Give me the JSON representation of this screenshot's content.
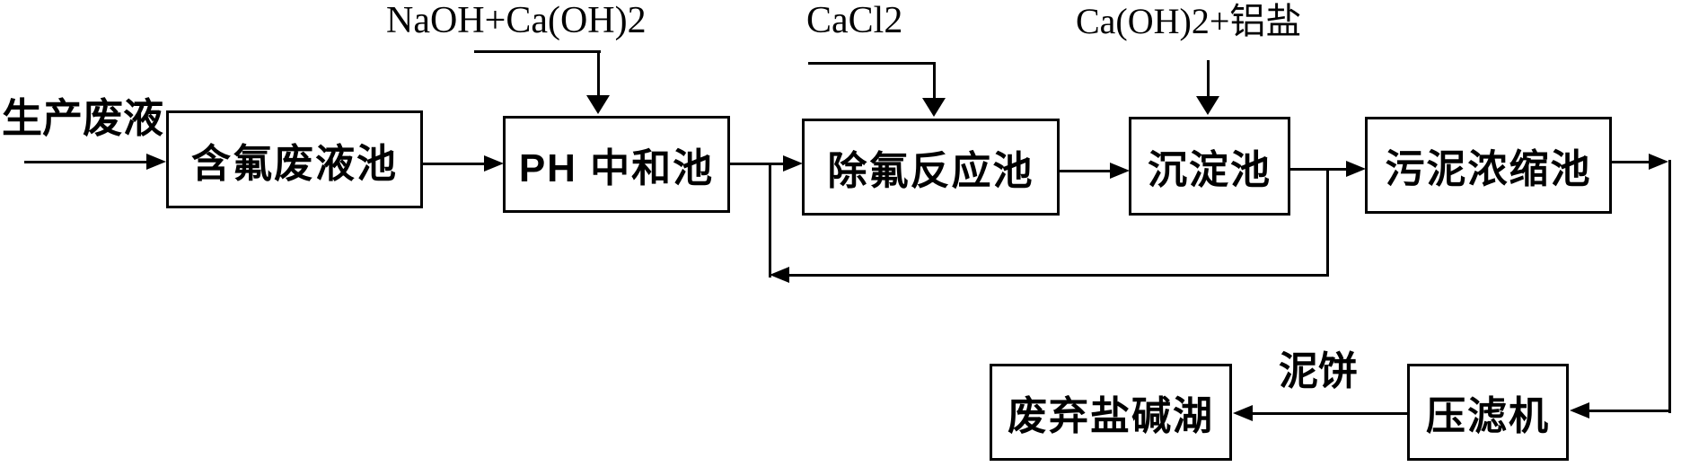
{
  "diagram": {
    "source_label": "生产废液",
    "boxes": {
      "fluoride_waste_pool": "含氟废液池",
      "ph_neutralization_pool": "PH 中和池",
      "defluorination_reaction_pool": "除氟反应池",
      "sedimentation_pool": "沉淀池",
      "sludge_thickening_pool": "污泥浓缩池",
      "abandoned_salt_alkali_lake": "废弃盐碱湖",
      "filter_press": "压滤机"
    },
    "dosing_labels": {
      "naoh_caoh2": "NaOH+Ca(OH)2",
      "cacl2": "CaCl2",
      "caoh2_aluminum_salt": "Ca(OH)2+铝盐"
    },
    "stream_labels": {
      "mud_cake": "泥饼"
    },
    "colors": {
      "line": "#000000",
      "background": "#ffffff",
      "text": "#000000"
    }
  }
}
